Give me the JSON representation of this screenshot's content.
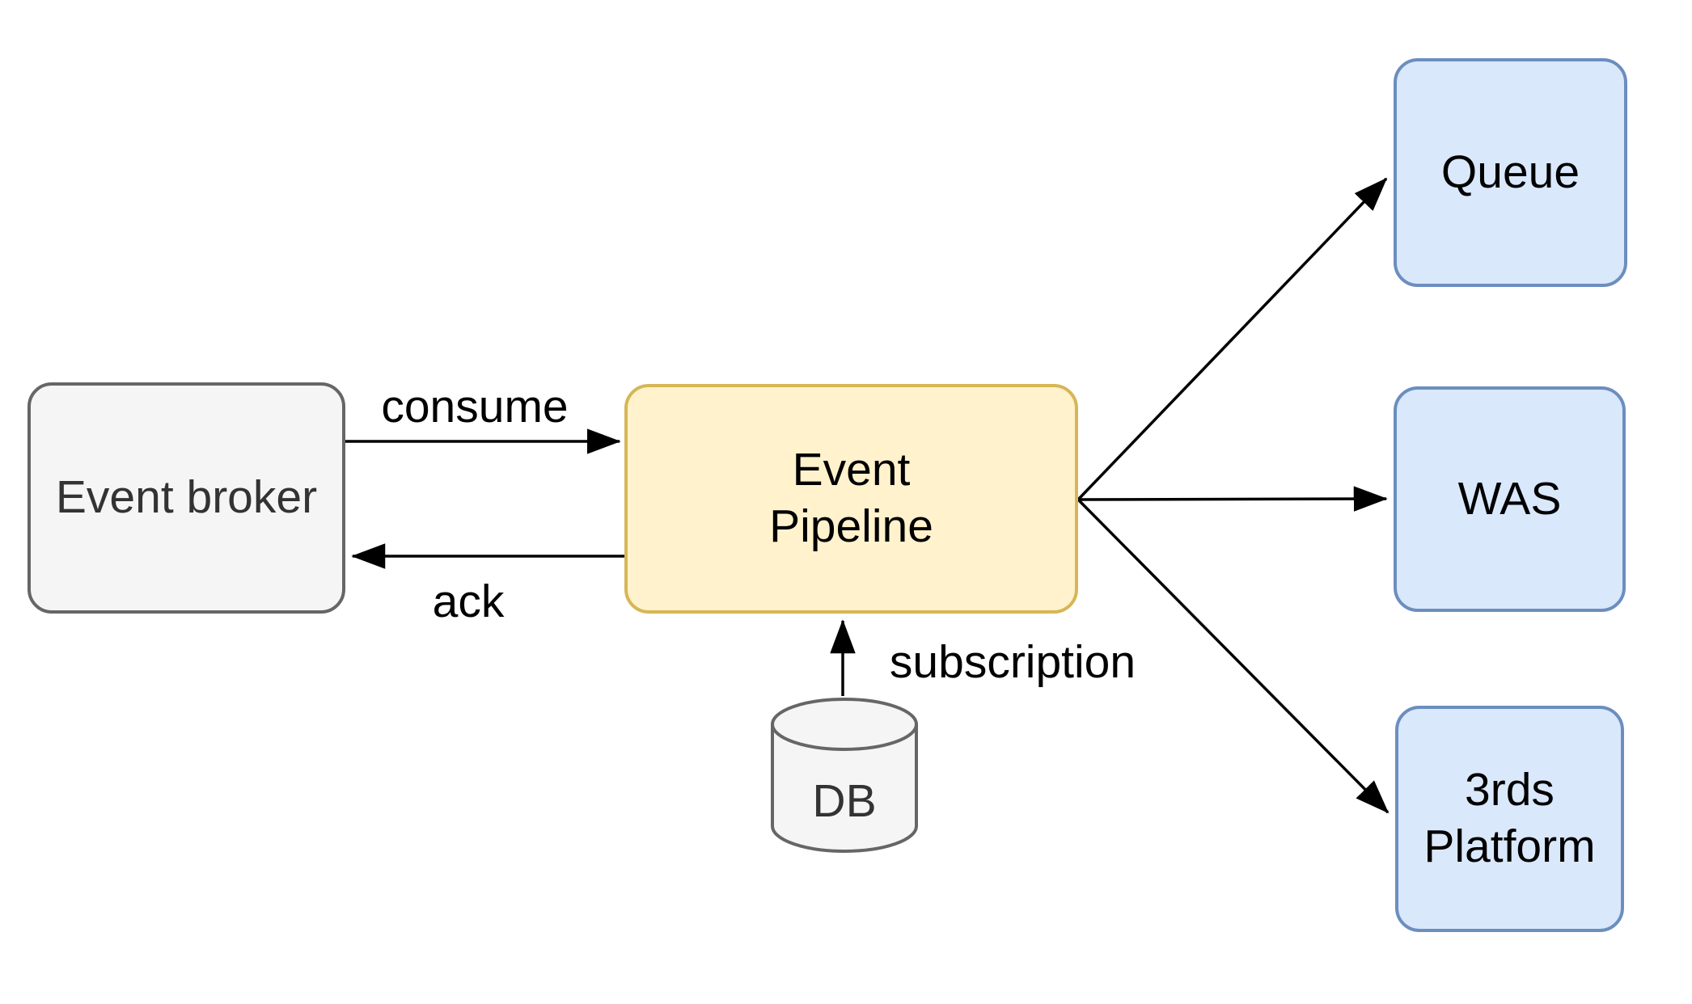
{
  "palette": {
    "background": "#ffffff",
    "gray_fill": "#f5f5f5",
    "gray_border": "#666666",
    "gray_text": "#333333",
    "yellow_fill": "#fff2cc",
    "yellow_border": "#d6b656",
    "blue_fill": "#dae8fc",
    "blue_border": "#6c8ebf",
    "edge_color": "#000000"
  },
  "nodes": {
    "event_broker": {
      "label": "Event broker"
    },
    "event_pipeline": {
      "label_lines": [
        "Event",
        "Pipeline"
      ]
    },
    "queue": {
      "label": "Queue"
    },
    "was": {
      "label": "WAS"
    },
    "thirds_platform": {
      "label_lines": [
        "3rds",
        "Platform"
      ]
    },
    "db": {
      "label": "DB"
    }
  },
  "edge_labels": {
    "consume": "consume",
    "ack": "ack",
    "subscription": "subscription"
  }
}
